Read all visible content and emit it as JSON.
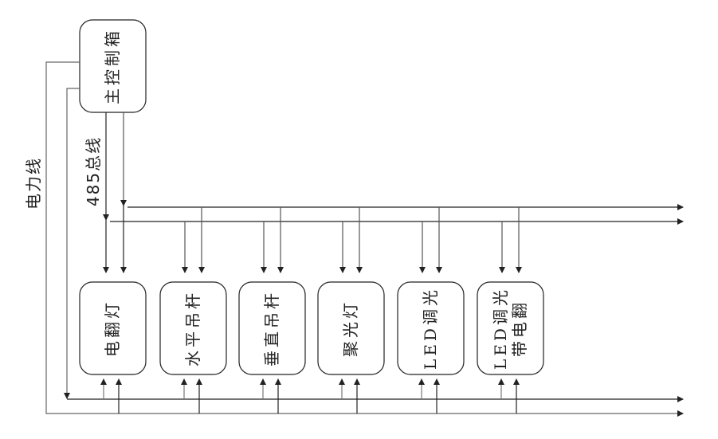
{
  "controller": {
    "label": "主控制箱"
  },
  "power_line_label": "电力线",
  "bus_label": "485总线",
  "devices": [
    {
      "label": "电翻灯"
    },
    {
      "label": "水平吊杆"
    },
    {
      "label": "垂直吊杆"
    },
    {
      "label": "聚光灯"
    },
    {
      "label": "LED调光"
    },
    {
      "label": "LED调光\n带电翻"
    }
  ],
  "colors": {
    "line": "#222222",
    "gray_line": "#999999"
  }
}
